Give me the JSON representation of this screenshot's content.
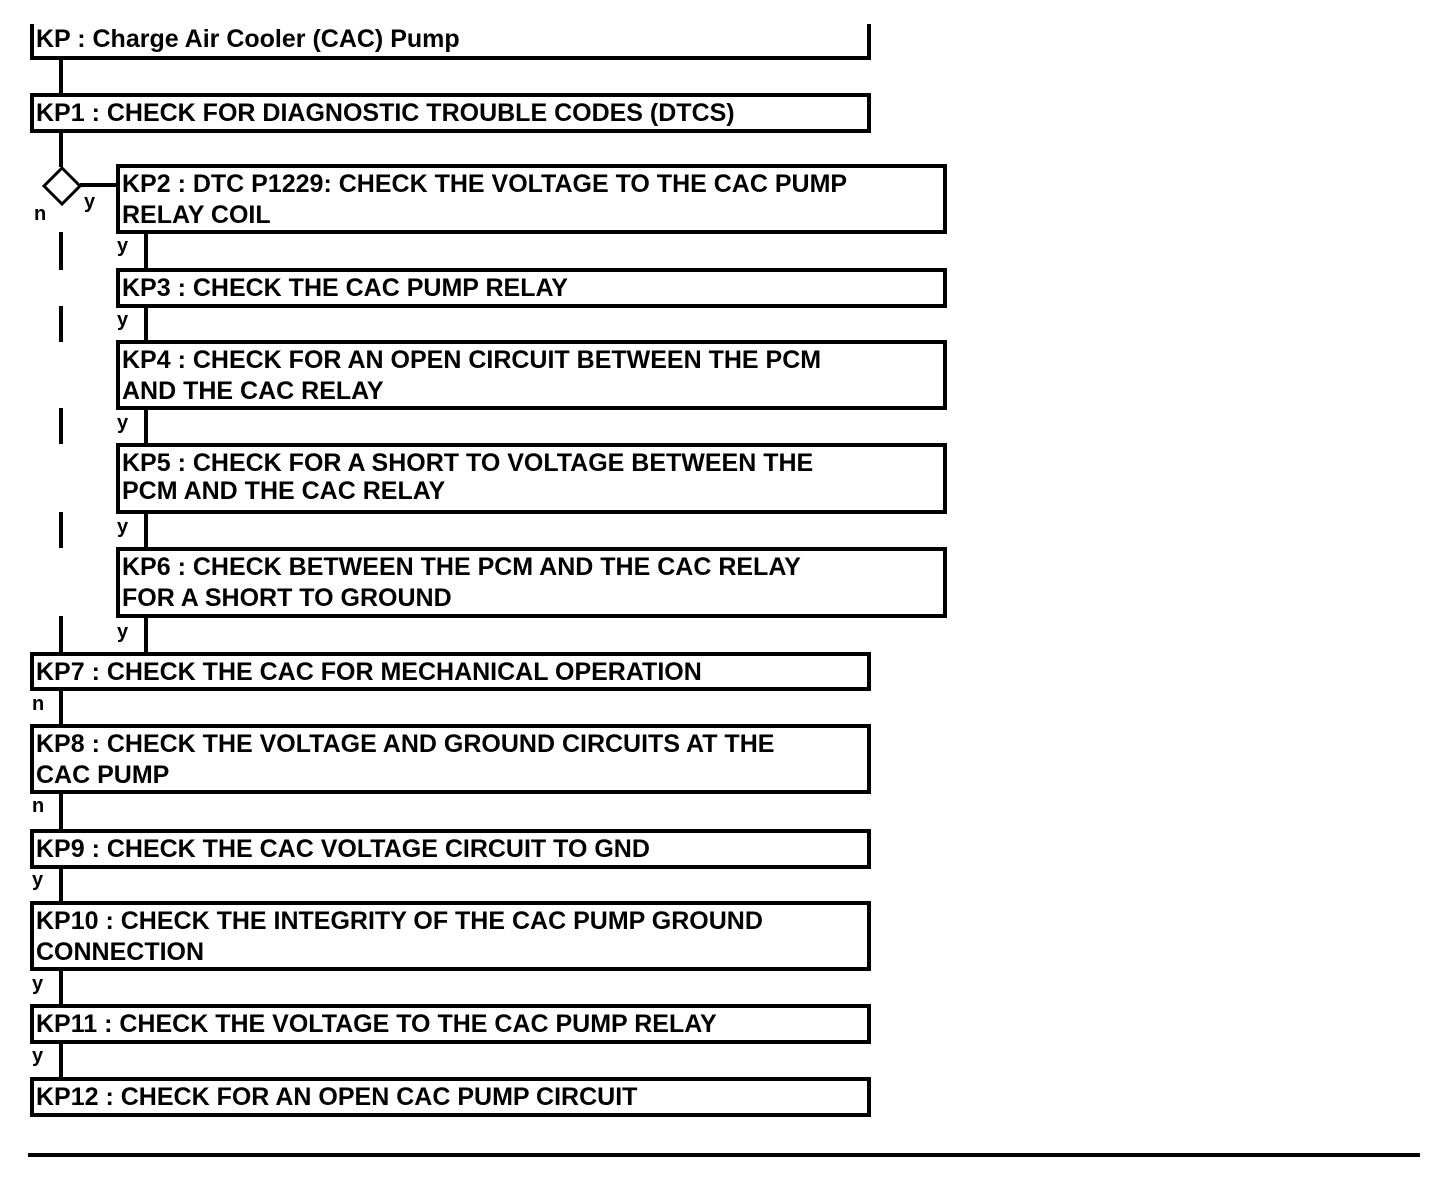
{
  "diagram": {
    "title": "KP : Charge Air Cooler (CAC) Pump",
    "steps": [
      {
        "id": "KP1",
        "text": "KP1 : CHECK FOR DIAGNOSTIC TROUBLE CODES (DTCS)"
      },
      {
        "id": "KP2",
        "line1": "KP2 : DTC P1229: CHECK THE VOLTAGE TO THE CAC PUMP",
        "line2": "RELAY COIL"
      },
      {
        "id": "KP3",
        "text": "KP3 : CHECK THE CAC PUMP RELAY"
      },
      {
        "id": "KP4",
        "line1": "KP4 : CHECK FOR AN OPEN CIRCUIT BETWEEN THE PCM",
        "line2": "AND THE CAC RELAY"
      },
      {
        "id": "KP5",
        "line1": "KP5 : CHECK FOR A SHORT TO VOLTAGE BETWEEN THE",
        "line2": "PCM AND THE CAC RELAY"
      },
      {
        "id": "KP6",
        "line1": "KP6 : CHECK BETWEEN THE PCM AND THE CAC RELAY",
        "line2": "FOR A SHORT TO GROUND"
      },
      {
        "id": "KP7",
        "text": "KP7 : CHECK THE CAC FOR MECHANICAL OPERATION"
      },
      {
        "id": "KP8",
        "line1": "KP8 : CHECK THE VOLTAGE AND GROUND CIRCUITS AT THE",
        "line2": "CAC PUMP"
      },
      {
        "id": "KP9",
        "text": "KP9 : CHECK THE CAC VOLTAGE CIRCUIT TO GND"
      },
      {
        "id": "KP10",
        "line1": "KP10 : CHECK THE INTEGRITY OF THE CAC PUMP GROUND",
        "line2": "CONNECTION"
      },
      {
        "id": "KP11",
        "text": "KP11 : CHECK THE VOLTAGE TO THE CAC PUMP RELAY"
      },
      {
        "id": "KP12",
        "text": "KP12 : CHECK FOR AN OPEN CAC PUMP CIRCUIT"
      }
    ],
    "decision": {
      "no_label": "n",
      "yes_label": "y"
    },
    "connector_labels": {
      "kp2_to_kp3": "y",
      "kp3_to_kp4": "y",
      "kp4_to_kp5": "y",
      "kp5_to_kp6": "y",
      "kp6_to_kp7": "y",
      "kp7_to_kp8": "n",
      "kp8_to_kp9": "n",
      "kp9_to_kp10": "y",
      "kp10_to_kp11": "y",
      "kp11_to_kp12": "y"
    }
  }
}
